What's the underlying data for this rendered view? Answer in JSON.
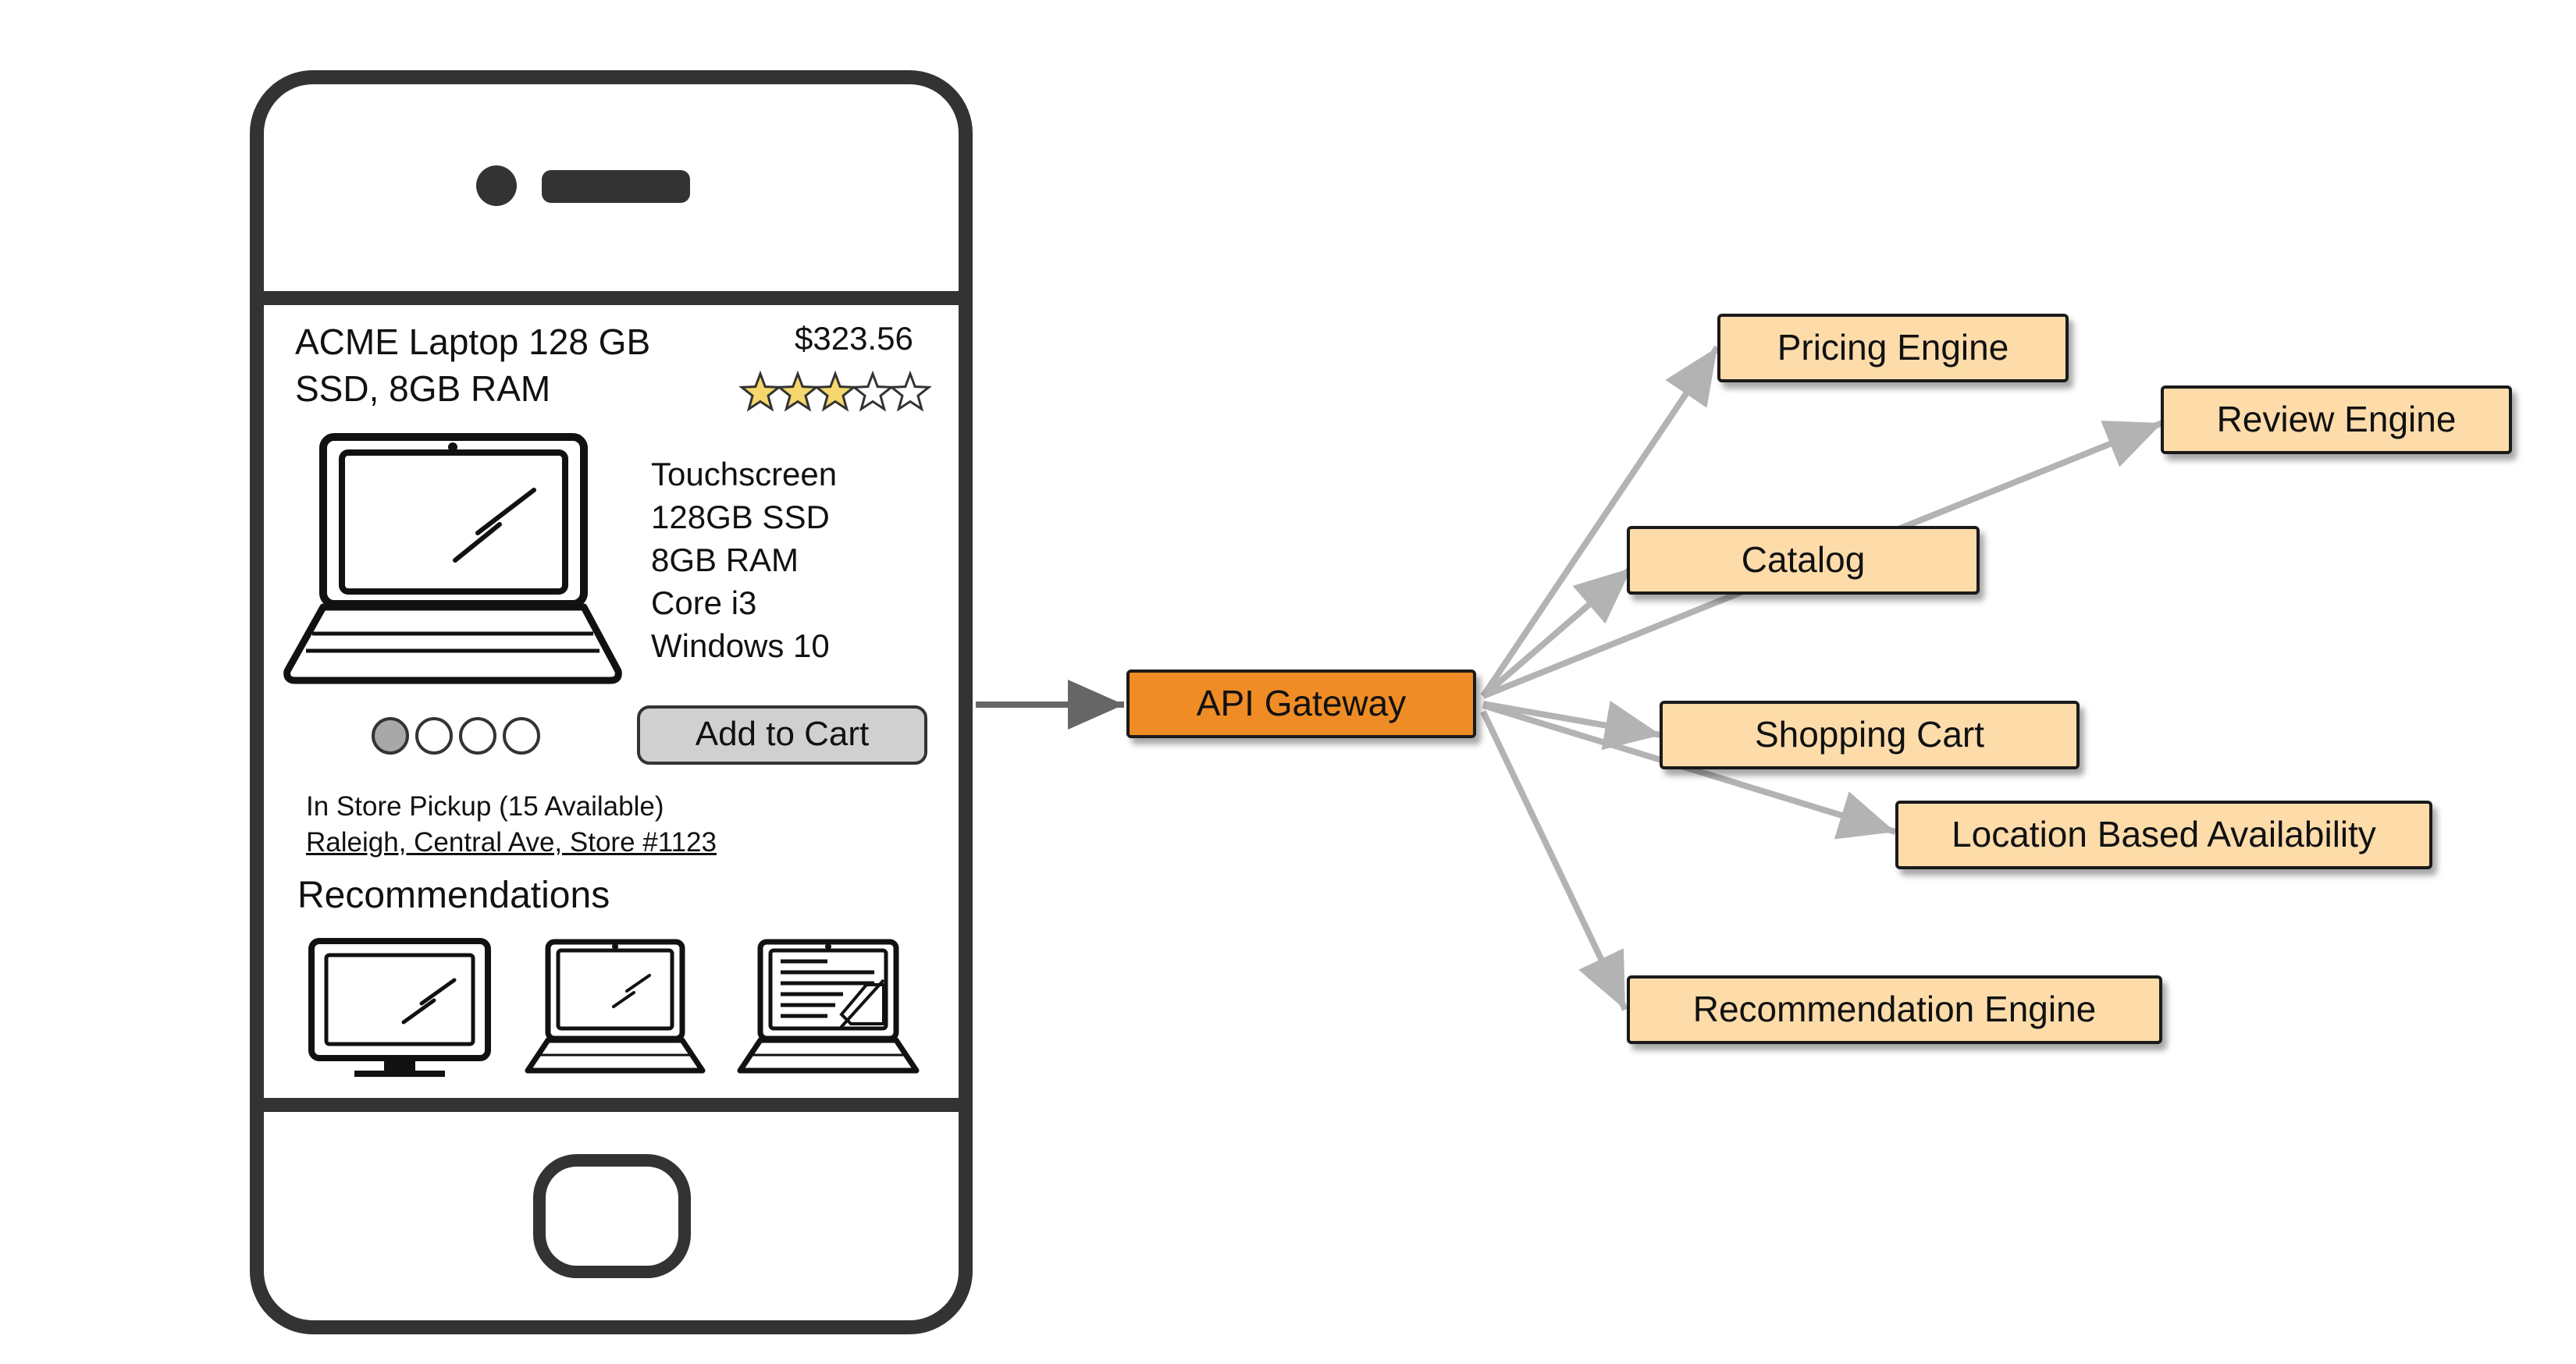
{
  "product": {
    "title_line1": "ACME Laptop 128 GB",
    "title_line2": "SSD, 8GB RAM",
    "price": "$323.56",
    "rating": {
      "value": 3,
      "max": 5
    },
    "specs": [
      "Touchscreen",
      "128GB SSD",
      "8GB RAM",
      "Core i3",
      "Windows 10"
    ],
    "add_to_cart_label": "Add to Cart",
    "image_dots": {
      "count": 4,
      "active": 0
    },
    "pickup_text": "In Store Pickup (15 Available)",
    "store_text": "Raleigh, Central Ave, Store #1123",
    "recommendations_heading": "Recommendations",
    "recommendation_icons": [
      "monitor-icon",
      "laptop-icon",
      "laptop-document-icon"
    ]
  },
  "services": {
    "gateway": "API Gateway",
    "pricing": "Pricing Engine",
    "review": "Review Engine",
    "catalog": "Catalog",
    "cart": "Shopping Cart",
    "location": "Location Based Availability",
    "recommendation": "Recommendation Engine"
  },
  "colors": {
    "phone_frame": "#333333",
    "gateway_fill": "#ef8c25",
    "service_fill": "#fddcaa",
    "arrow_gateway": "#666666",
    "arrow_services": "#b3b3b3",
    "star_fill": "#f5d76e"
  }
}
